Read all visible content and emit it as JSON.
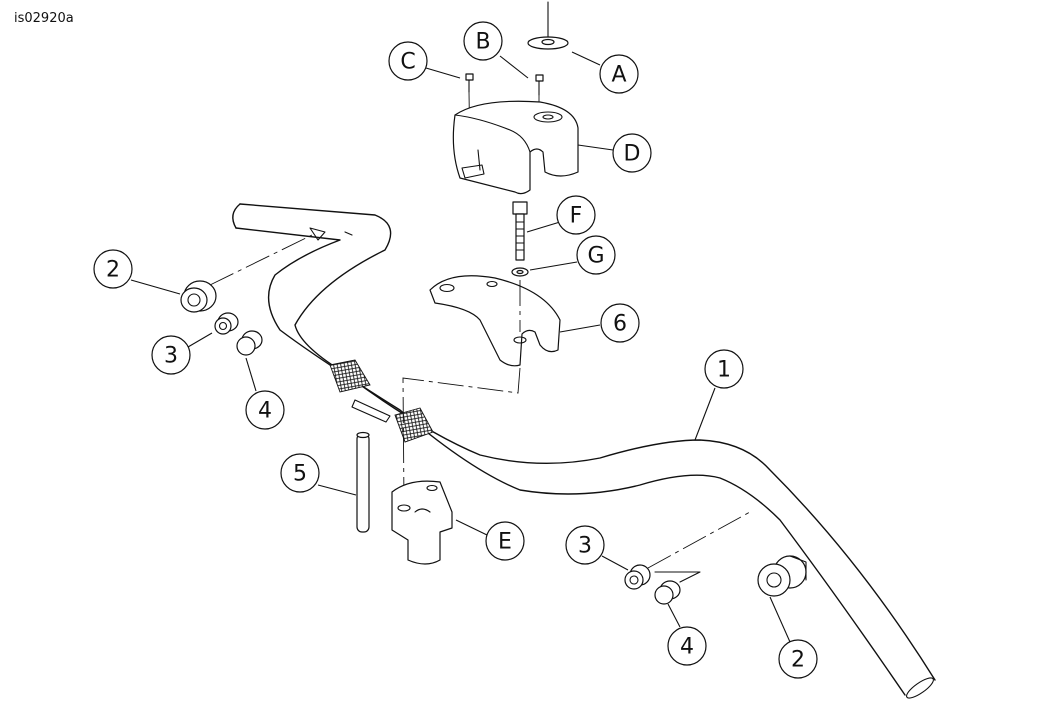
{
  "figure_id": "is02920a",
  "callouts": {
    "A": "A",
    "B": "B",
    "C": "C",
    "D": "D",
    "E": "E",
    "F": "F",
    "G": "G",
    "n1": "1",
    "n2": "2",
    "n3": "3",
    "n4": "4",
    "n5": "5",
    "n6": "6"
  }
}
